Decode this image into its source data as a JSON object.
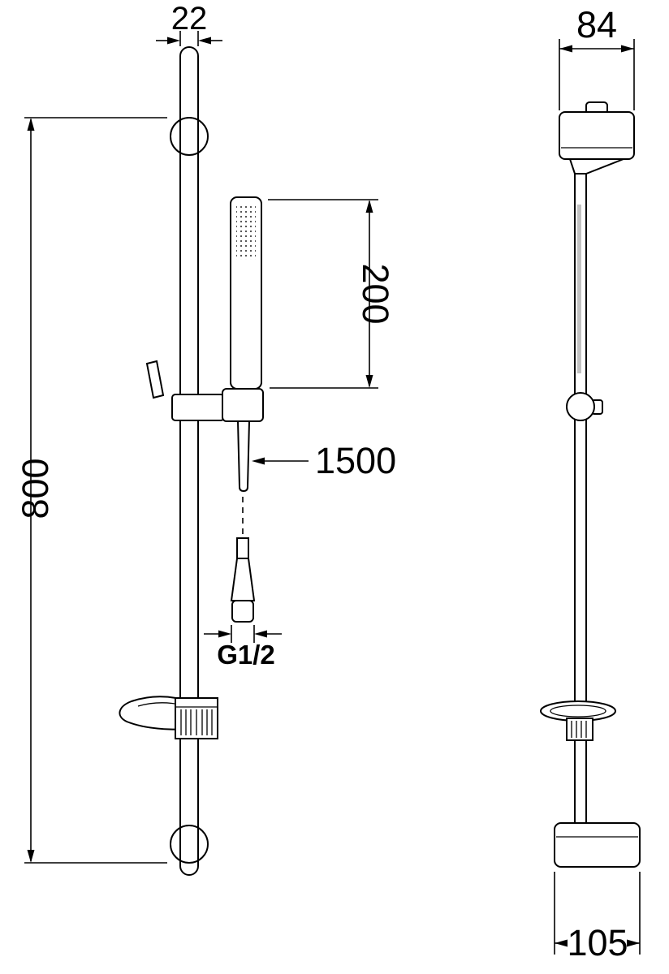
{
  "dims": {
    "rail_width": "22",
    "overall_height": "800",
    "handshower_length": "200",
    "hose_length": "1500",
    "thread_size": "G1/2",
    "top_bracket_width": "84",
    "bottom_bracket_width": "105"
  },
  "colors": {
    "line": "#000000",
    "background": "#ffffff"
  }
}
